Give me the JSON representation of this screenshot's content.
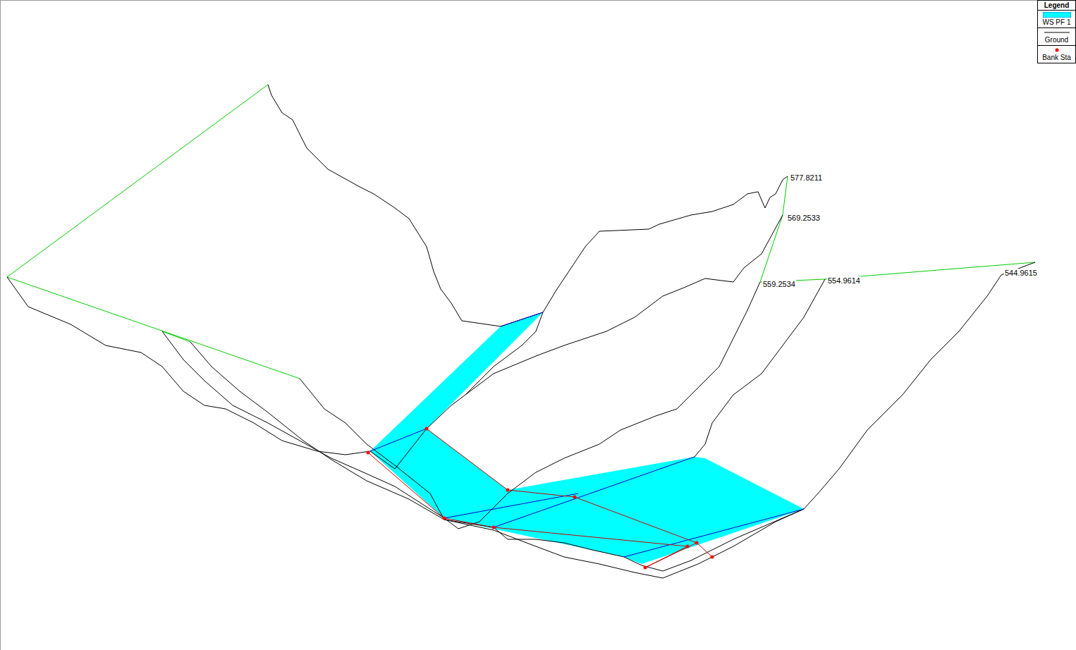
{
  "diagram": {
    "labels": [
      "Legend",
      "577.8211",
      "569.2533",
      "559.2534",
      "554.9614",
      "544.9615"
    ],
    "legend": [
      {
        "text": "WS PF 1",
        "color": "#00ffff"
      },
      {
        "text": "Ground"
      },
      {
        "text": "Bank Sta"
      }
    ]
  }
}
